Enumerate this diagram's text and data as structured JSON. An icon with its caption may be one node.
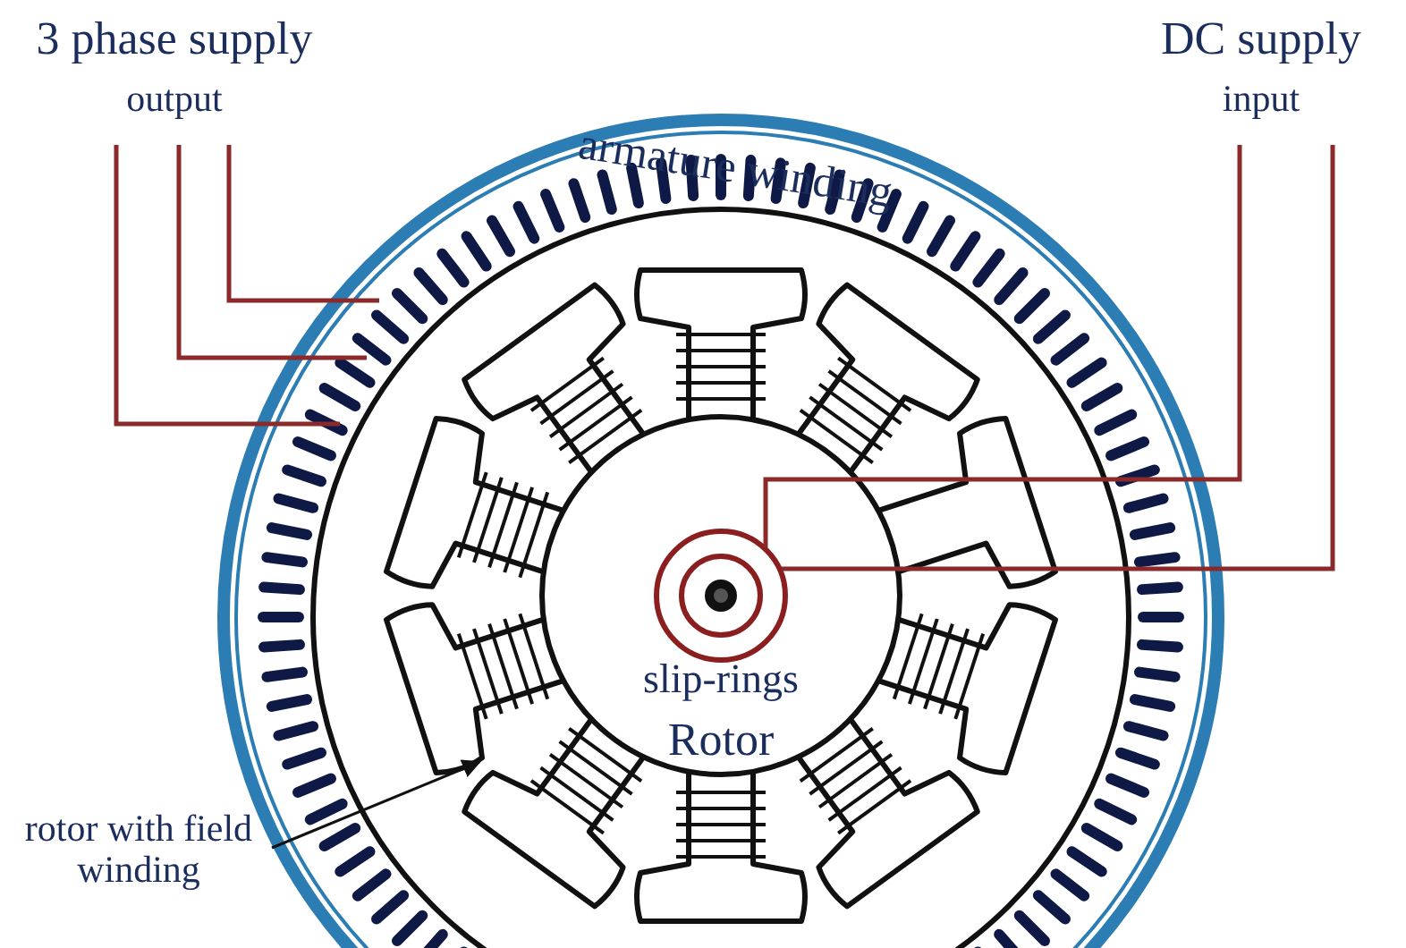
{
  "diagram": {
    "nodes": [
      {
        "text": [
          "3 phase supply",
          "output"
        ]
      },
      {
        "text": [
          "armature winding"
        ]
      },
      {
        "text": [
          "DC supply",
          "input"
        ]
      },
      {
        "text": [
          "Rotor"
        ],
        "in": 1
      },
      {
        "text": [
          "slip-rings"
        ],
        "in": 3
      },
      {
        "text": [
          "rotor with field winding"
        ]
      }
    ],
    "edges": [
      {
        "from": 0,
        "to": 1,
        "arrow": "none"
      },
      {
        "from": 0,
        "to": 1,
        "arrow": "none"
      },
      {
        "from": 0,
        "to": 1,
        "arrow": "none"
      },
      {
        "from": 2,
        "to": 4,
        "arrow": "none"
      },
      {
        "from": 2,
        "to": 4,
        "arrow": "none"
      },
      {
        "from": 5,
        "to": 3,
        "arrow": "to",
        "color": "#111111"
      }
    ]
  }
}
